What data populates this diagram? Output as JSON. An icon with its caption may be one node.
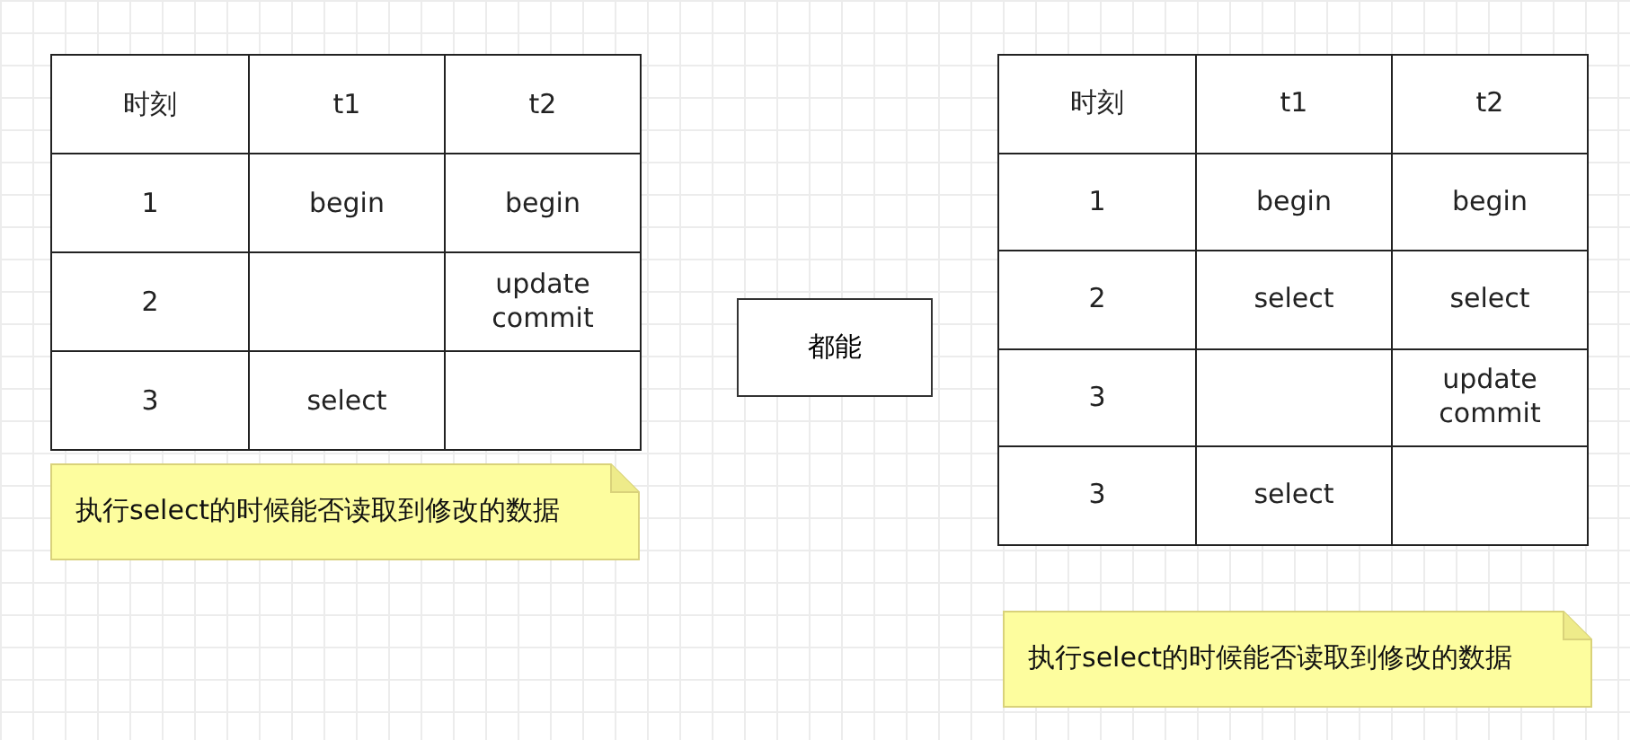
{
  "diagram": {
    "nodes": [
      {
        "text": [
          "执行select的时候能否读取到修改的数据"
        ]
      },
      {
        "text": [
          "都能"
        ]
      },
      {
        "text": [
          "执行select的时候能否读取到修改的数据"
        ]
      }
    ],
    "labels": [
      "时刻",
      "t1",
      "t2",
      "1",
      "begin",
      "begin",
      "2",
      "update commit",
      "3",
      "select",
      "时刻",
      "t1",
      "t2",
      "1",
      "begin",
      "begin",
      "2",
      "select",
      "select",
      "3",
      "update commit",
      "3",
      "select"
    ]
  }
}
